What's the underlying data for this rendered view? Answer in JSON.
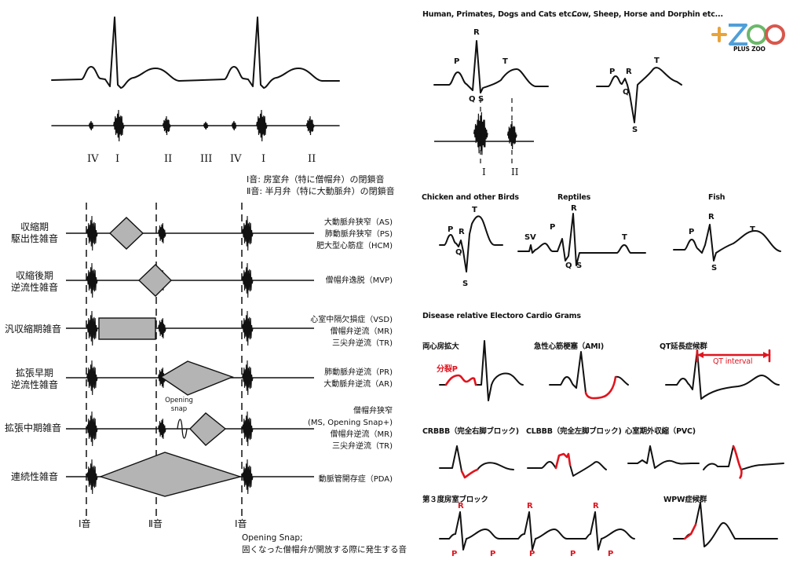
{
  "logo": {
    "mark": "+ZOO",
    "caption": "PLUS ZOO",
    "colors": [
      "#e8a33a",
      "#4f9fd8",
      "#6bb86a",
      "#d8574c"
    ]
  },
  "heart_sounds": {
    "roman_labels": [
      "IV",
      "I",
      "II",
      "III",
      "IV",
      "I",
      "II"
    ],
    "legend": [
      "Ⅰ音: 房室弁（特に僧帽弁）の閉鎖音",
      "Ⅱ音: 半月弁（特に大動脈弁）の閉鎖音"
    ]
  },
  "murmurs": {
    "rows": [
      {
        "name": [
          "収縮期",
          "駆出性雑音"
        ],
        "diseases": [
          "大動脈弁狭窄（AS)",
          "肺動脈弁狭窄（PS)",
          "肥大型心筋症（HCM)"
        ]
      },
      {
        "name": [
          "収縮後期",
          "逆流性雑音"
        ],
        "diseases": [
          "僧帽弁逸脱（MVP)"
        ]
      },
      {
        "name": [
          "汎収縮期雑音"
        ],
        "diseases": [
          "心室中隔欠損症（VSD)",
          "僧帽弁逆流（MR)",
          "三尖弁逆流（TR)"
        ]
      },
      {
        "name": [
          "拡張早期",
          "逆流性雑音"
        ],
        "diseases": [
          "肺動脈弁逆流（PR)",
          "大動脈弁逆流（AR)"
        ]
      },
      {
        "name": [
          "拡張中期雑音"
        ],
        "diseases": [
          "僧帽弁狭窄",
          "(MS, Opening Snap+)",
          "僧帽弁逆流（MR)",
          "三尖弁逆流（TR)"
        ]
      },
      {
        "name": [
          "連続性雑音"
        ],
        "diseases": [
          "動脈管開存症（PDA)"
        ]
      }
    ],
    "opening_snap_label": [
      "Opening",
      "snap"
    ],
    "bottom_labels": [
      "Ⅰ音",
      "Ⅱ音",
      "Ⅰ音"
    ],
    "footnote": [
      "Opening Snap;",
      "固くなった僧帽弁が開放する際に発生する音"
    ]
  },
  "species": {
    "human": {
      "title": "Human, Primates, Dogs and Cats etc...",
      "waves": [
        "P",
        "R",
        "Q",
        "S",
        "T"
      ],
      "sounds": [
        "I",
        "II"
      ]
    },
    "cow": {
      "title": "Cow, Sheep, Horse and Dorphin etc...",
      "waves": [
        "P",
        "R",
        "Q",
        "S",
        "T"
      ]
    },
    "bird": {
      "title": "Chicken and other Birds",
      "waves": [
        "P",
        "R",
        "Q",
        "S",
        "T"
      ]
    },
    "reptile": {
      "title": "Reptiles",
      "waves": [
        "SV",
        "P",
        "R",
        "Q",
        "S",
        "T"
      ]
    },
    "fish": {
      "title": "Fish",
      "waves": [
        "P",
        "R",
        "S",
        "T"
      ]
    }
  },
  "disease_ecg": {
    "title": "Disease relative Electoro Cardio Grams",
    "items": {
      "biatrial": {
        "title": "両心房拡大",
        "note": "分裂P"
      },
      "ami": {
        "title": "急性心筋梗塞（AMI)"
      },
      "qt": {
        "title": "QT延長症候群",
        "note": "QT interval"
      },
      "crbbb": {
        "title": "CRBBB（完全右脚ブロック)"
      },
      "clbbb": {
        "title": "CLBBB（完全左脚ブロック)"
      },
      "pvc": {
        "title": "心室期外収縮（PVC)"
      },
      "avb3": {
        "title": "第３度房室ブロック",
        "r_label": "R",
        "p_label": "P"
      },
      "wpw": {
        "title": "WPW症候群"
      }
    }
  },
  "colors": {
    "ink": "#111111",
    "accent": "#e0141e",
    "fill": "#b4b4b4"
  }
}
